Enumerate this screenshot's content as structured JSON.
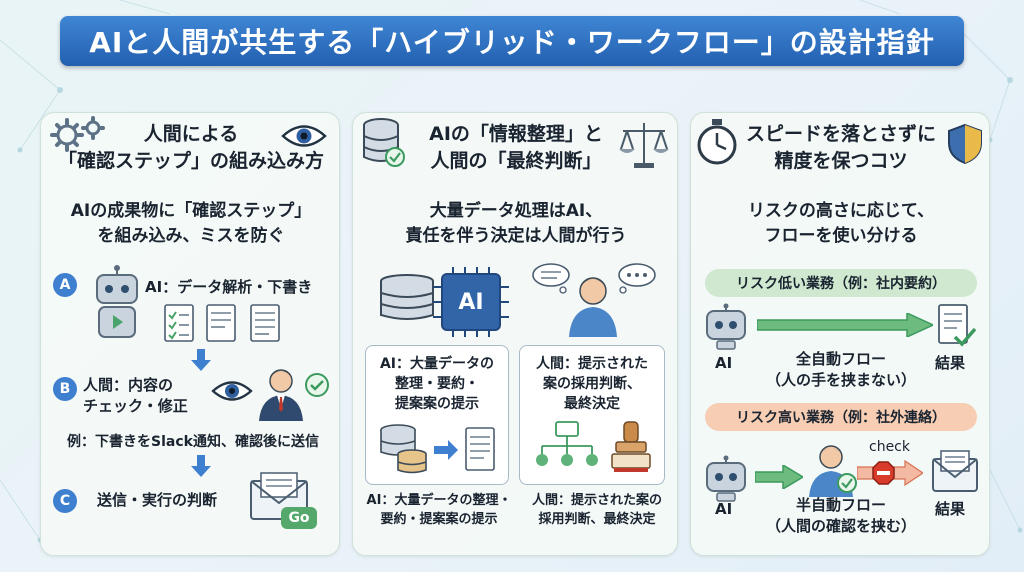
{
  "title": "AIと人間が共生する「ハイブリッド・ワークフロー」の設計指針",
  "col1": {
    "heading_line1": "人間による",
    "heading_line2": "「確認ステップ」の組み込み方",
    "sub_line1": "AIの成果物に「確認ステップ」",
    "sub_line2": "を組み込み、ミスを防ぐ",
    "steps": [
      {
        "letter": "A",
        "text": "AI：データ解析・下書き"
      },
      {
        "letter": "B",
        "text_line1": "人間：内容の",
        "text_line2": "チェック・修正"
      },
      {
        "letter": "C",
        "text": "送信・実行の判断"
      }
    ],
    "example": "例：下書きをSlack通知、確認後に送信",
    "go_label": "Go"
  },
  "col2": {
    "heading_line1": "AIの「情報整理」と",
    "heading_line2": "人間の「最終判断」",
    "sub_line1": "大量データ処理はAI、",
    "sub_line2": "責任を伴う決定は人間が行う",
    "chip_label": "AI",
    "ai_box_line1": "AI：大量データの",
    "ai_box_line2": "整理・要約・",
    "ai_box_line3": "提案案の提示",
    "human_box_line1": "人間：提示された",
    "human_box_line2": "案の採用判断、",
    "human_box_line3": "最終決定",
    "bottom_left_line1": "AI：大量データの整理・",
    "bottom_left_line2": "要約・提案案の提示",
    "bottom_right_line1": "人間：提示された案の",
    "bottom_right_line2": "採用判断、最終決定"
  },
  "col3": {
    "heading_line1": "スピードを落とさずに",
    "heading_line2": "精度を保つコツ",
    "sub_line1": "リスクの高さに応じて、",
    "sub_line2": "フローを使い分ける",
    "low_risk": {
      "label": "リスク低い業務（例：社内要約）",
      "ai": "AI",
      "flow_line1": "全自動フロー",
      "flow_line2": "（人の手を挟まない）",
      "result": "結果"
    },
    "high_risk": {
      "label": "リスク高い業務（例：社外連絡）",
      "ai": "AI",
      "check": "check",
      "flow_line1": "半自動フロー",
      "flow_line2": "（人間の確認を挟む）",
      "result": "結果"
    }
  },
  "colors": {
    "title_blue": "#2d6fc2",
    "step_blue": "#3f7fcf",
    "green_pill": "#cfe8cf",
    "orange_pill": "#f7cdb3"
  },
  "icons": [
    "gear-icon",
    "eye-icon",
    "robot-icon",
    "checklist-icon",
    "document-icon",
    "arrow-down-icon",
    "businessman-icon",
    "check-badge-icon",
    "envelope-icon",
    "database-icon",
    "scales-icon",
    "ai-chip-icon",
    "thinking-person-icon",
    "flowchart-icon",
    "stamp-icon",
    "stopwatch-icon",
    "shield-icon",
    "stop-sign-icon"
  ]
}
